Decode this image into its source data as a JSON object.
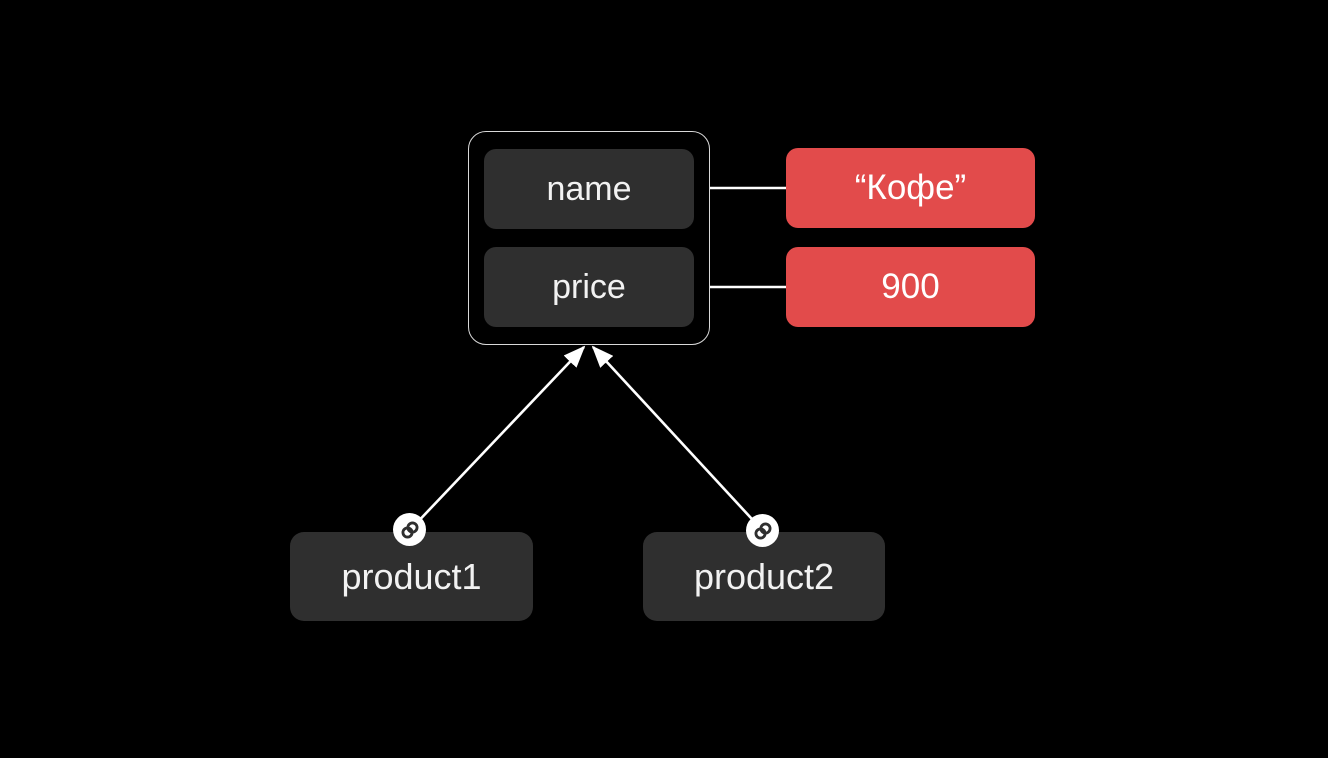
{
  "diagram": {
    "description": "object with name/price attributes linked to values, referenced by two product variables",
    "object_node": {
      "attributes": [
        {
          "label": "name",
          "value": "“Кофе”"
        },
        {
          "label": "price",
          "value": "900"
        }
      ]
    },
    "references": [
      {
        "label": "product1",
        "icon": "link-icon"
      },
      {
        "label": "product2",
        "icon": "link-icon"
      }
    ],
    "colors": {
      "background": "#000000",
      "node_fill": "#2f2f2f",
      "value_fill": "#e24b4b",
      "line": "#ffffff",
      "object_border": "#d9d9d9",
      "text": "#f2f2f2"
    }
  }
}
